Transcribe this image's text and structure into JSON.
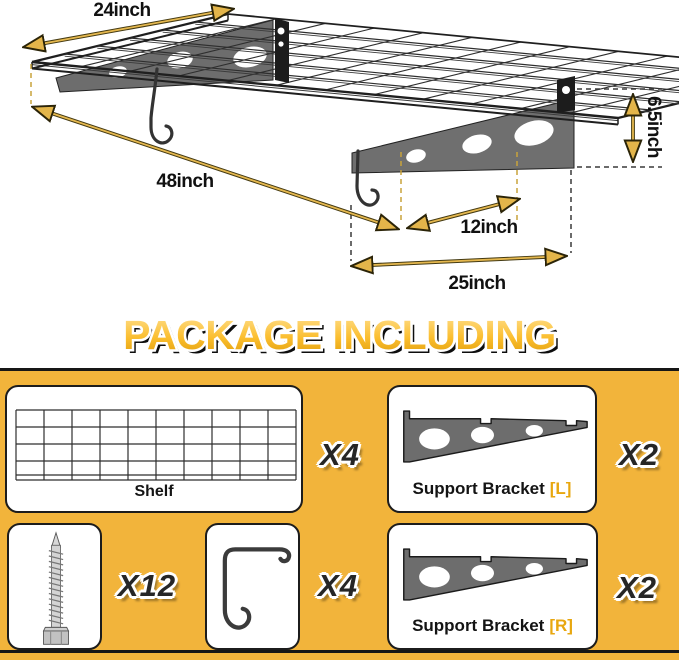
{
  "section_title": "PACKAGE INCLUDING",
  "diagram": {
    "width_label": "24inch",
    "length_label": "48inch",
    "bracket_depth_label": "12inch",
    "bracket_span_label": "25inch",
    "bracket_height_label": "6.5inch"
  },
  "package": {
    "shelf": {
      "label": "Shelf",
      "qty": "X4",
      "icon": "wire-grid-icon"
    },
    "bracket_left": {
      "label": "Support Bracket",
      "tag": "[L]",
      "qty": "X2",
      "icon": "support-bracket-icon"
    },
    "screw": {
      "qty": "X12",
      "icon": "screw-icon"
    },
    "hook": {
      "qty": "X4",
      "icon": "j-hook-icon"
    },
    "bracket_right": {
      "label": "Support Bracket",
      "tag": "[R]",
      "qty": "X2",
      "icon": "support-bracket-icon"
    }
  },
  "colors": {
    "background_yellow": "#F2B43B",
    "arrow_gold": "#E5B84F",
    "bracket_tag_gold": "#E8A70F",
    "title_gradient_top": "#FFE194",
    "title_gradient_bottom": "#DE9B07",
    "metal_gray": "#6D6D6D",
    "line_black": "#1B1B1B"
  }
}
